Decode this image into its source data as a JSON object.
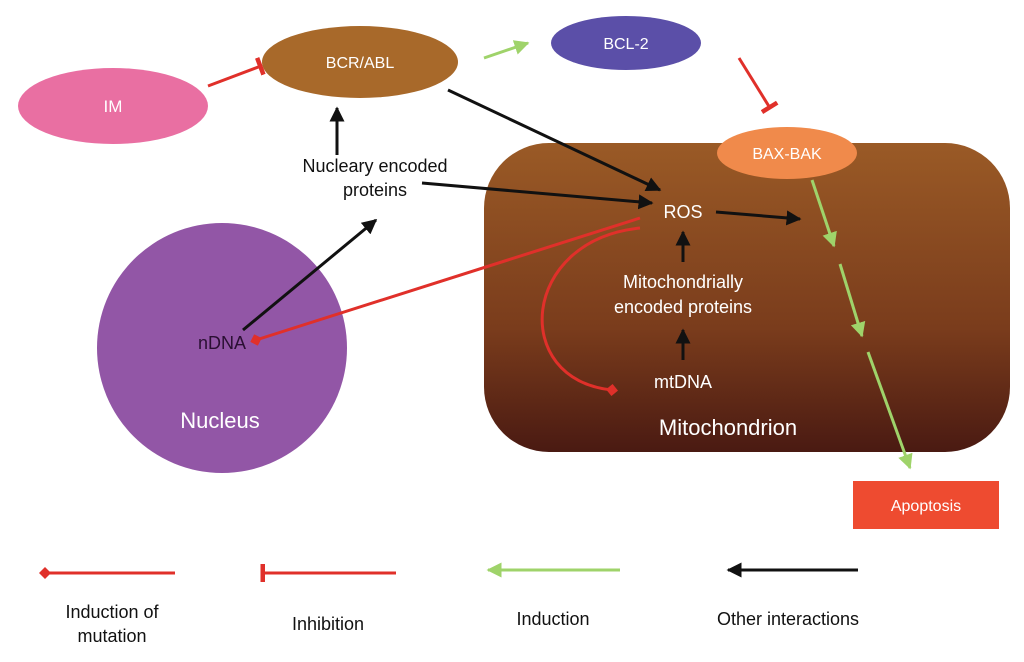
{
  "nodes": {
    "im": "IM",
    "bcr_abl": "BCR/ABL",
    "bcl2": "BCL-2",
    "bax_bak": "BAX-BAK",
    "nuclear_proteins_line1": "Nucleary encoded",
    "nuclear_proteins_line2": "proteins",
    "ros": "ROS",
    "mito_proteins_line1": "Mitochondrially",
    "mito_proteins_line2": "encoded proteins",
    "mtdna": "mtDNA",
    "mitochondrion": "Mitochondrion",
    "ndna": "nDNA",
    "nucleus": "Nucleus",
    "apoptosis": "Apoptosis"
  },
  "legend": {
    "mutation_line1": "Induction of",
    "mutation_line2": "mutation",
    "inhibition": "Inhibition",
    "induction": "Induction",
    "other": "Other interactions"
  },
  "colors": {
    "im": "#e96fa2",
    "bcr_abl": "#a8692a",
    "bcl2": "#5b4fa8",
    "bax_bak": "#f08a4b",
    "nucleus": "#9256a6",
    "mito_top": "#9a5a26",
    "mito_bottom": "#4a1a12",
    "apoptosis": "#ee4b30",
    "red_line": "#e0302a",
    "green_line": "#9fd36a",
    "black_line": "#111111"
  }
}
